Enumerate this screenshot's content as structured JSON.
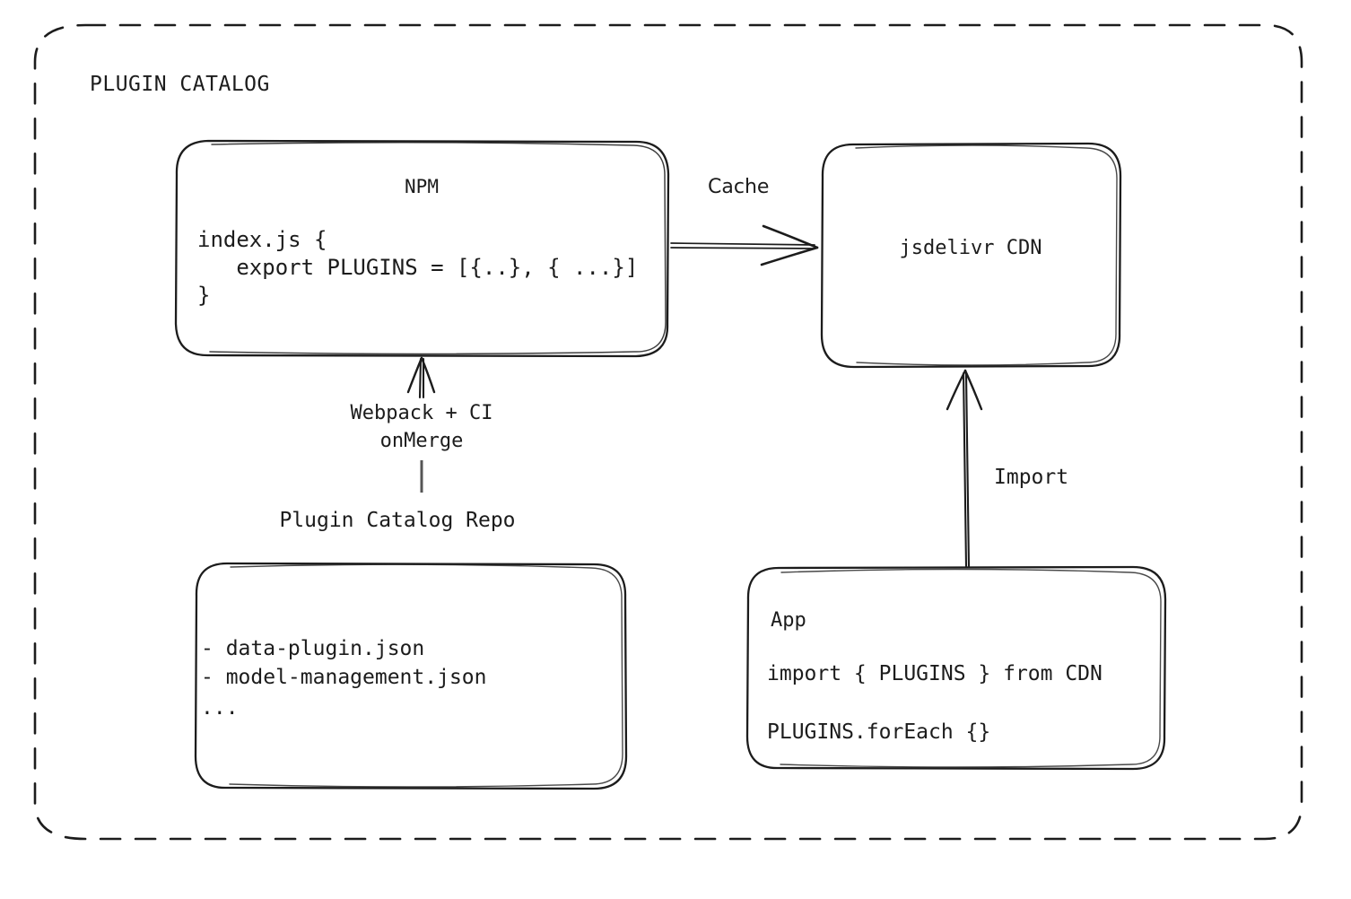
{
  "diagram": {
    "title": "PLUGIN CATALOG",
    "stroke_color": "#1c1c1c",
    "background_color": "#ffffff",
    "boundary": {
      "style": "dashed",
      "label": "plugin-catalog-boundary"
    },
    "nodes": {
      "npm": {
        "title": "NPM",
        "code": [
          "index.js {",
          "   export PLUGINS = [{..}, { ...}]",
          "}"
        ]
      },
      "cdn": {
        "title": "jsdelivr CDN"
      },
      "repo": {
        "title": "Plugin Catalog Repo",
        "items": [
          "- data-plugin.json",
          "- model-management.json",
          "..."
        ]
      },
      "app": {
        "title": "App",
        "code": [
          "import { PLUGINS } from CDN",
          "PLUGINS.forEach {}"
        ]
      }
    },
    "edges": {
      "cache": {
        "label": "Cache",
        "from": "npm",
        "to": "cdn",
        "direction": "right"
      },
      "build": {
        "label_line_1": "Webpack + CI",
        "label_line_2": "onMerge",
        "from": "repo",
        "to": "npm",
        "direction": "up"
      },
      "import": {
        "label": "Import",
        "from": "app",
        "to": "cdn",
        "direction": "up"
      }
    }
  }
}
